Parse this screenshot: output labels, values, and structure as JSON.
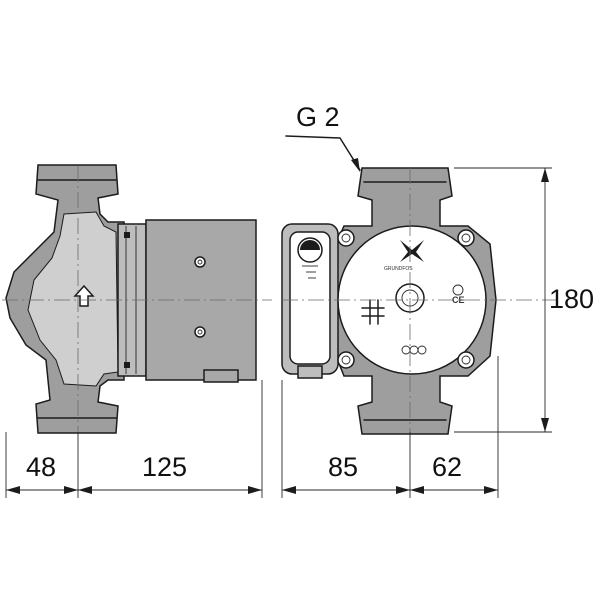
{
  "labels": {
    "connection": "G 2",
    "brand": "GRUNDFOS",
    "ce_mark": "CE"
  },
  "dimensions": [
    {
      "id": "width_inlet_flange",
      "value": "48"
    },
    {
      "id": "motor_length",
      "value": "125"
    },
    {
      "id": "head_left",
      "value": "85"
    },
    {
      "id": "head_right",
      "value": "62"
    },
    {
      "id": "port_to_port",
      "value": "180"
    }
  ],
  "icons": {
    "flow_arrow": "up-arrow-icon",
    "logo": "grundfos-logo-icon",
    "selector": "speed-selector-icon",
    "terminal": "terminal-symbol-icon",
    "rotation": "rotation-icon"
  }
}
